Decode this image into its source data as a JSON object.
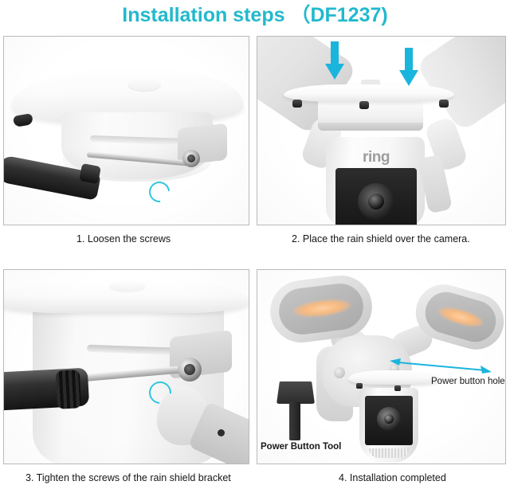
{
  "title": "Installation steps （DF1237)",
  "theme": {
    "accent_cyan": "#22b9cd",
    "arrow_cyan": "#1ab5dc",
    "panel_border": "#b9b9b9",
    "caption_color": "#161616",
    "led_warm": "#f7b97f"
  },
  "steps": [
    {
      "id": "step-1",
      "caption": "1. Loosen the screws",
      "scene": "rain shield shown upside down with a black-handled screwdriver loosening the bracket screw; cyan rotation arrow indicates turning direction"
    },
    {
      "id": "step-2",
      "caption": "2. Place the rain shield over the camera.",
      "scene": "rain shield lowered onto the Ring floodlight camera; two cyan downward arrows show the placement direction",
      "logo": "ring"
    },
    {
      "id": "step-3",
      "caption": "3. Tighten the screws of the rain shield bracket",
      "scene": "close-up of screwdriver tightening the rain shield bracket screw; cyan rotation arrow"
    },
    {
      "id": "step-4",
      "caption": "4. Installation completed",
      "scene": "completed installation on the two-head floodlight camera with warm LED panels",
      "labels": {
        "power_button_tool": "Power Button Tool",
        "power_button_hole": "Power button hole"
      }
    }
  ],
  "icons": {
    "down_arrow": "down-arrow-icon",
    "rotation_arrow": "rotation-arrow-icon",
    "double_arrow": "double-headed-arrow-icon"
  }
}
